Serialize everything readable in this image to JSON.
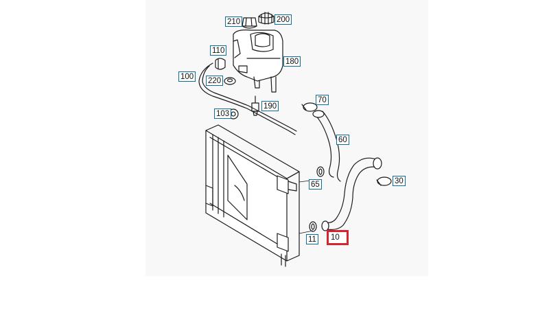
{
  "diagram": {
    "callouts": [
      "210",
      "200",
      "110",
      "180",
      "100",
      "220",
      "190",
      "70",
      "103",
      "60",
      "30",
      "65",
      "11",
      "10"
    ],
    "highlighted": "10",
    "colors": {
      "background": "#f8f8f8",
      "line": "#1a1a1a",
      "callout_border": "#0b6d9c",
      "highlight_border": "#d6232e"
    }
  }
}
